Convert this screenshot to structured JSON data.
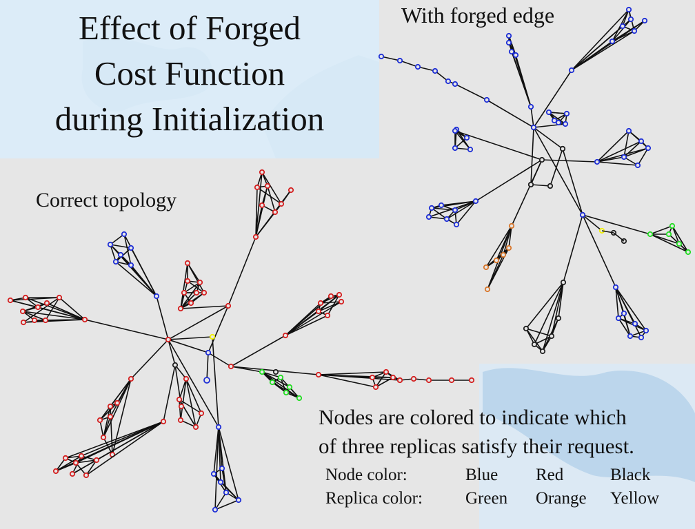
{
  "title_lines": [
    "Effect of Forged",
    "Cost Function",
    "during Initialization"
  ],
  "labels": {
    "with_forged_edge": "With forged edge",
    "correct_topology": "Correct topology"
  },
  "legend": {
    "line1": "Nodes are colored to indicate which",
    "line2": "of three replicas satisfy their request.",
    "node_color_label": "Node color:",
    "node_colors": [
      "Blue",
      "Red",
      "Black"
    ],
    "replica_color_label": "Replica color:",
    "replica_colors": [
      "Green",
      "Orange",
      "Yellow"
    ]
  },
  "colors": {
    "blue_node": "#1e2fd6",
    "red_node": "#d42020",
    "black_node": "#222222",
    "green_replica": "#22dd22",
    "orange_replica": "#d8762a",
    "yellow_replica": "#f0f000",
    "panel_gray": "#e6e6e6",
    "map_blue": "#bcd6ec"
  }
}
